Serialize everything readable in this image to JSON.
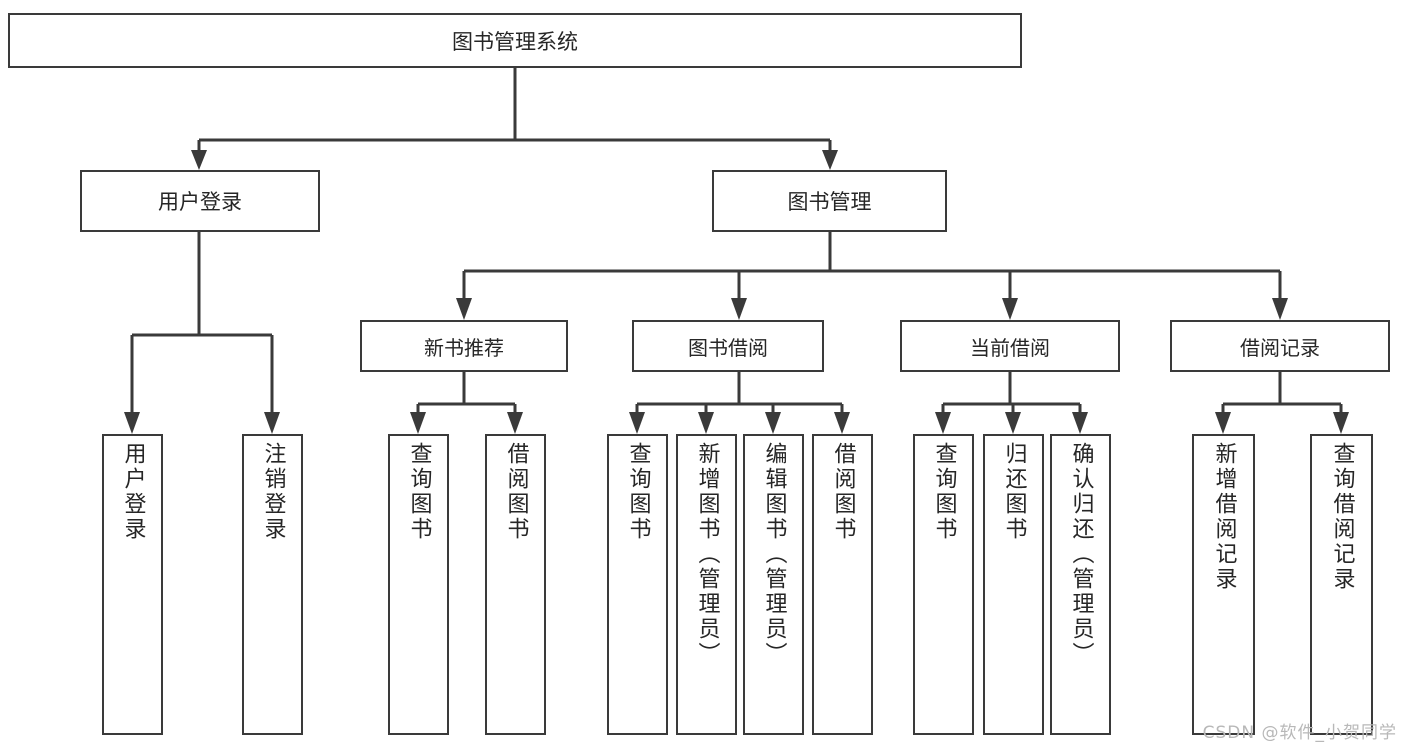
{
  "diagram": {
    "type": "tree",
    "title": "图书管理系统",
    "root": {
      "label": "图书管理系统"
    },
    "level2": [
      {
        "label": "用户登录"
      },
      {
        "label": "图书管理"
      }
    ],
    "level3": [
      {
        "label": "新书推荐"
      },
      {
        "label": "图书借阅"
      },
      {
        "label": "当前借阅"
      },
      {
        "label": "借阅记录"
      }
    ],
    "leaves": {
      "user_login": [
        {
          "label": "用户登录"
        },
        {
          "label": "注销登录"
        }
      ],
      "new_book_recommend": [
        {
          "label": "查询图书"
        },
        {
          "label": "借阅图书"
        }
      ],
      "book_borrow": [
        {
          "label": "查询图书"
        },
        {
          "label": "新增图书（管理员）"
        },
        {
          "label": "编辑图书（管理员）"
        },
        {
          "label": "借阅图书"
        }
      ],
      "current_borrow": [
        {
          "label": "查询图书"
        },
        {
          "label": "归还图书"
        },
        {
          "label": "确认归还（管理员）"
        }
      ],
      "borrow_record": [
        {
          "label": "新增借阅记录"
        },
        {
          "label": "查询借阅记录"
        }
      ]
    }
  },
  "watermark": {
    "text": "CSDN @软件_小贺同学"
  },
  "colors": {
    "border": "#3a3a3a",
    "text": "#262626",
    "background": "#ffffff",
    "watermark": "#b8b8b8"
  }
}
